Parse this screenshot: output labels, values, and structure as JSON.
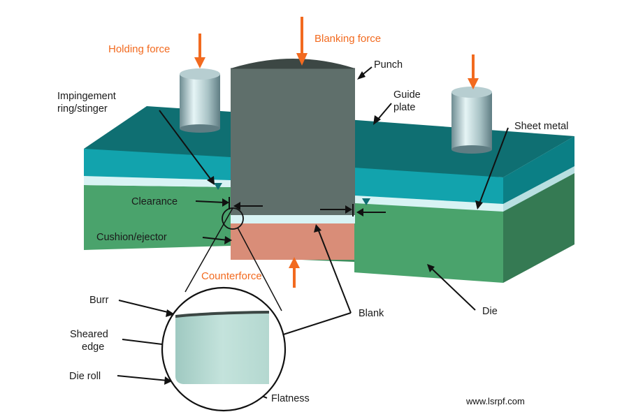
{
  "forces": {
    "holding": "Holding force",
    "blanking": "Blanking force",
    "counter": "Counterforce"
  },
  "labels": {
    "punch": "Punch",
    "guide_plate_line1": "Guide",
    "guide_plate_line2": "plate",
    "impingement_line1": "Impingement",
    "impingement_line2": "ring/stinger",
    "sheet_metal": "Sheet metal",
    "clearance": "Clearance",
    "cushion_ejector": "Cushion/ejector",
    "blank": "Blank",
    "die": "Die",
    "burr": "Burr",
    "sheared_edge_line1": "Sheared",
    "sheared_edge_line2": "edge",
    "die_roll": "Die roll",
    "flatness": "Flatness"
  },
  "watermark": "www.lsrpf.com",
  "colors": {
    "force_arrow": "#f26a1f",
    "die_front": "#4aa36c",
    "die_side": "#357a53",
    "guide_front": "#12a3ad",
    "guide_top": "#0f6f72",
    "guide_side": "#0b7f85",
    "sheet": "#d8f3f4",
    "punch": "#5f6f6b",
    "cushion": "#d98d78",
    "blank_detail": "#b9dcd6",
    "pin": "#9fbcc0"
  }
}
